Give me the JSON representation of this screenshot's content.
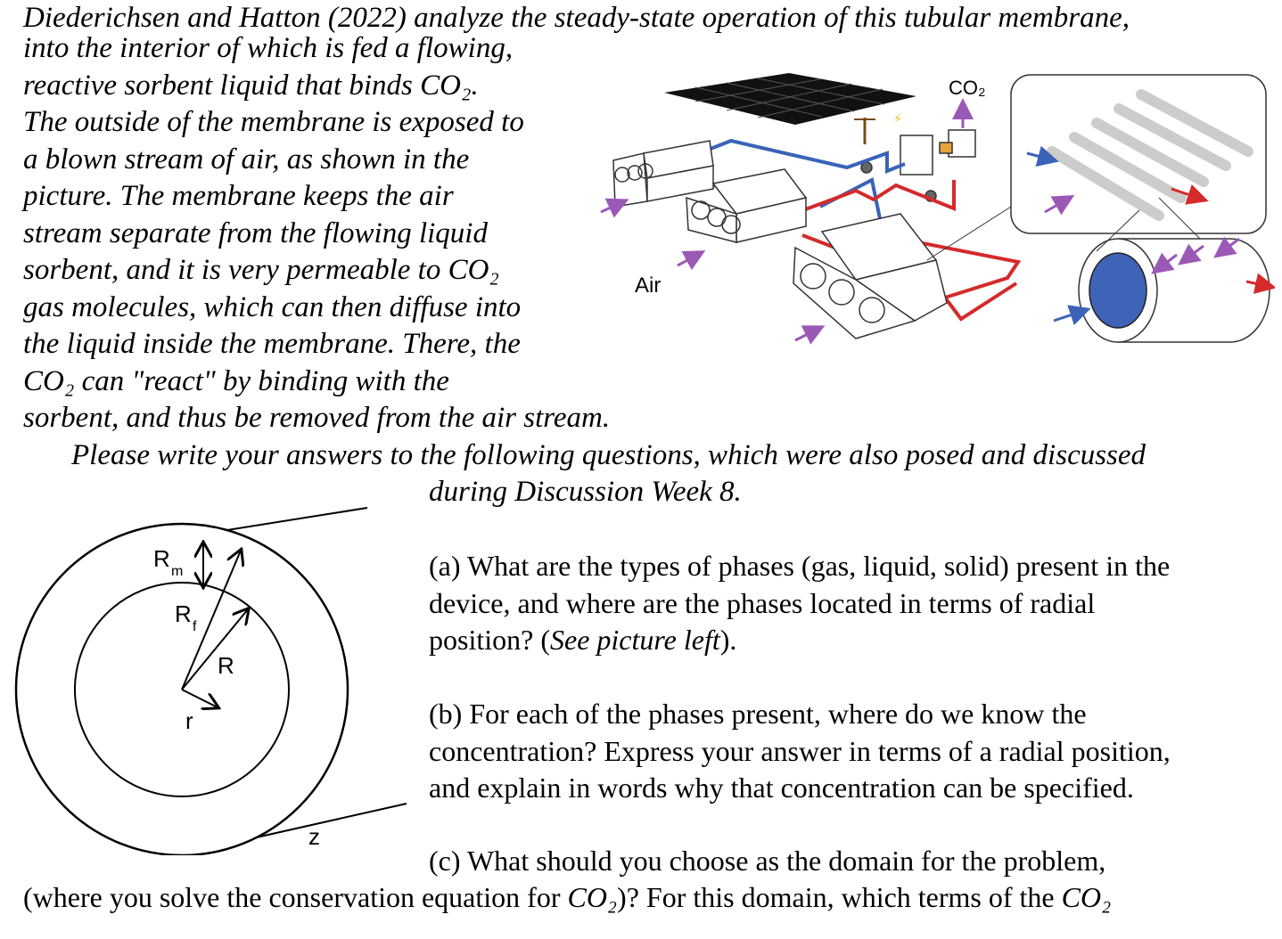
{
  "intro": {
    "lines": [
      "Diederichsen and Hatton (2022) analyze the steady-state operation of this tubular membrane,",
      "into the interior of which is fed a flowing,",
      "reactive sorbent liquid that binds CO₂.",
      "The outside of the membrane is exposed to",
      "a blown stream of air, as shown in the",
      "picture. The membrane keeps the air",
      "stream separate from the flowing liquid",
      "sorbent, and it is very permeable to CO₂",
      "gas molecules, which can then diffuse into",
      "the liquid inside the membrane. There, the",
      "CO₂ can \"react\" by binding with the",
      "sorbent, and thus be removed from the air stream."
    ]
  },
  "instructions": {
    "line1": "Please write your answers to the following questions, which were also posed and discussed",
    "line2": "during Discussion Week 8."
  },
  "figure_device": {
    "co2_label": "CO₂",
    "air_label": "Air"
  },
  "figure_cross_section": {
    "label_rm": "R",
    "label_rm_sub": "m",
    "label_rf": "R",
    "label_rf_sub": "f",
    "label_r_upper": "R",
    "label_r_lower": "r",
    "label_z": "z"
  },
  "questions": {
    "a": {
      "line1": "(a) What are the types of phases (gas, liquid, solid) present in the",
      "line2": "device, and where are the phases located in terms of radial",
      "line3_pre": "position? (",
      "line3_italic": "See picture left",
      "line3_post": ")."
    },
    "b": {
      "line1": "(b) For each of the phases present, where do we know the",
      "line2": "concentration? Express your answer in terms of a radial position,",
      "line3": "and explain in words why that concentration can be specified."
    },
    "c": {
      "line1": "(c) What should you choose as the domain for the problem,",
      "line2_a": "(where you solve the conservation equation for ",
      "line2_b": "CO₂",
      "line2_c": ")? For this domain, which terms of the ",
      "line2_d": "CO₂"
    }
  },
  "colors": {
    "blue_pipe": "#3a63b8",
    "red_pipe": "#d42a2a",
    "purple_arrow": "#9b59b6",
    "tube_fill": "#3f63b6"
  }
}
